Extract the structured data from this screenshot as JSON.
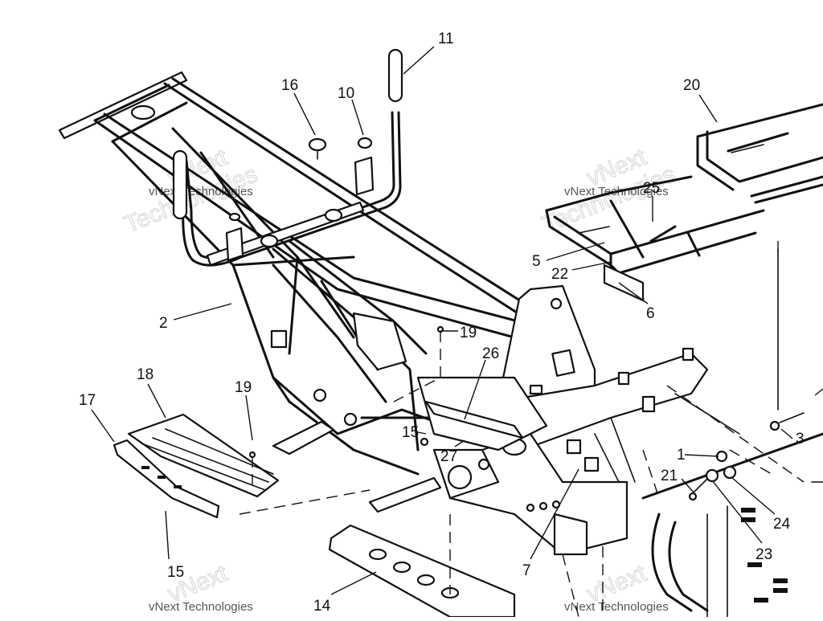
{
  "callouts": {
    "c1": "1",
    "c2": "2",
    "c3": "3",
    "c5": "5",
    "c6": "6",
    "c7": "7",
    "c10": "10",
    "c11": "11",
    "c14": "14",
    "c15a": "15",
    "c15b": "15",
    "c16": "16",
    "c17": "17",
    "c18": "18",
    "c19a": "19",
    "c19b": "19",
    "c20": "20",
    "c21": "21",
    "c22": "22",
    "c23": "23",
    "c24": "24",
    "c25": "25",
    "c26": "26",
    "c27": "27"
  },
  "watermark": {
    "line1": "vNext",
    "line2": "Technologies",
    "small": "vNext Technologies"
  }
}
